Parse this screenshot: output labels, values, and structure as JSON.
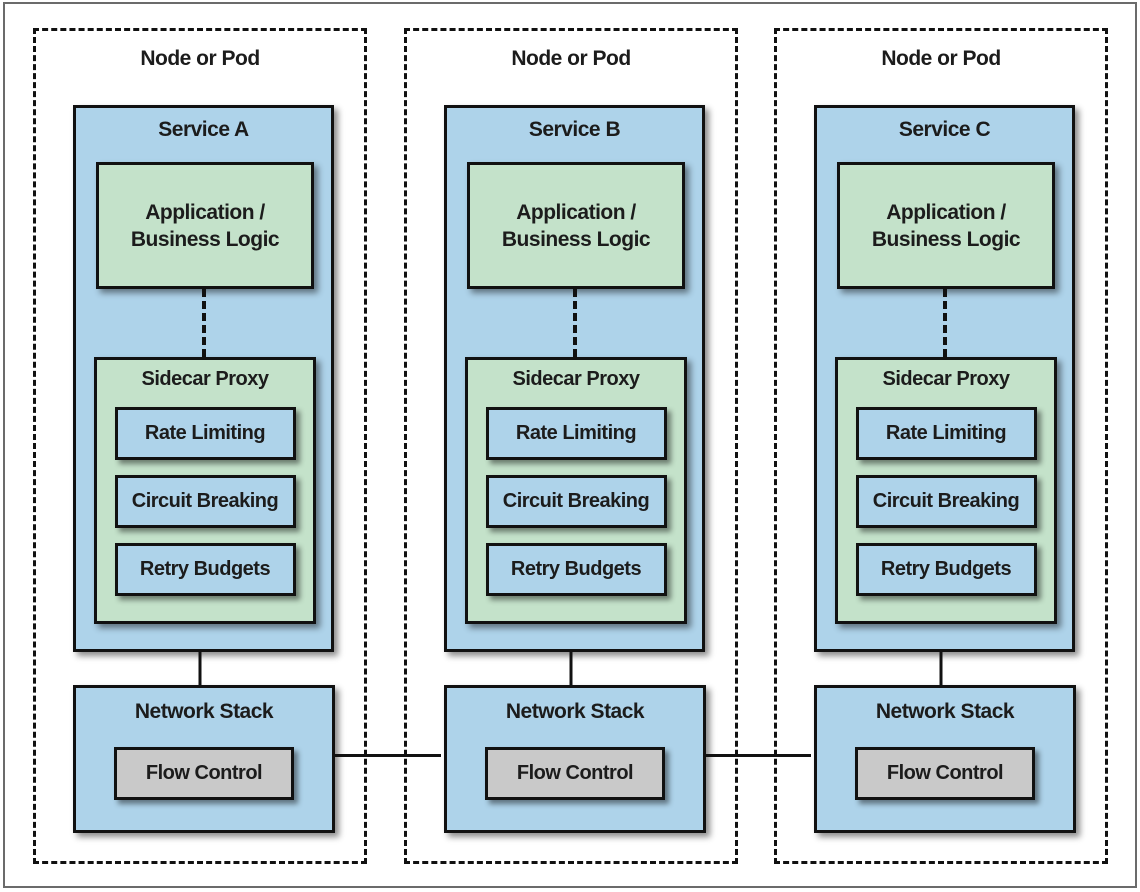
{
  "colors": {
    "service_fill": "#aed3ea",
    "panel_fill": "#c4e2ca",
    "flow_fill": "#c9c9c9",
    "line": "#111111",
    "frame_border": "#6b6b6b",
    "text": "#1c1c1c"
  },
  "nodes": [
    {
      "group_label": "Node or Pod",
      "service_title": "Service A",
      "app_label": "Application /\nBusiness Logic",
      "sidecar_title": "Sidecar Proxy",
      "features": [
        "Rate Limiting",
        "Circuit Breaking",
        "Retry Budgets"
      ],
      "network_title": "Network Stack",
      "flow_label": "Flow Control"
    },
    {
      "group_label": "Node or Pod",
      "service_title": "Service B",
      "app_label": "Application /\nBusiness Logic",
      "sidecar_title": "Sidecar Proxy",
      "features": [
        "Rate Limiting",
        "Circuit Breaking",
        "Retry Budgets"
      ],
      "network_title": "Network Stack",
      "flow_label": "Flow Control"
    },
    {
      "group_label": "Node or Pod",
      "service_title": "Service C",
      "app_label": "Application /\nBusiness Logic",
      "sidecar_title": "Sidecar Proxy",
      "features": [
        "Rate Limiting",
        "Circuit Breaking",
        "Retry Budgets"
      ],
      "network_title": "Network Stack",
      "flow_label": "Flow Control"
    }
  ]
}
